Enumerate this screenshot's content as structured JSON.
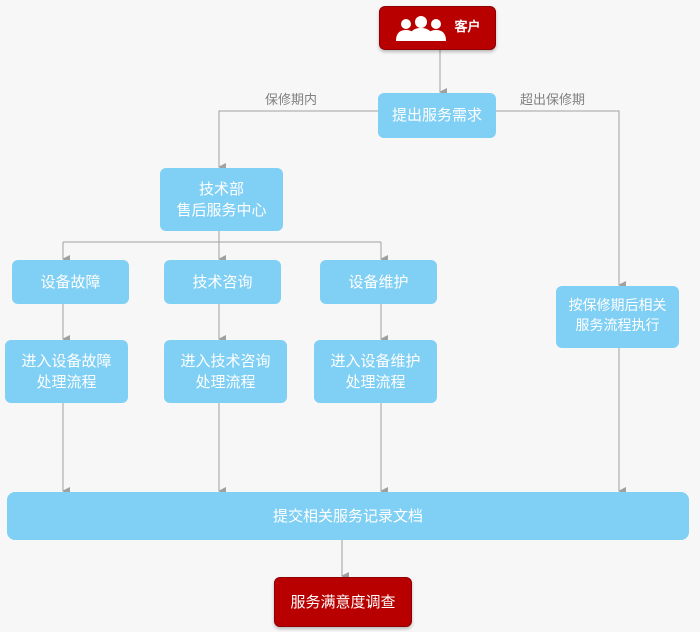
{
  "nodes": {
    "customer": {
      "label": "客户",
      "icon": "users-icon"
    },
    "submit_request": {
      "label": "提出服务需求"
    },
    "tech_dept": {
      "line1": "技术部",
      "line2": "售后服务中心"
    },
    "fault": {
      "label": "设备故障"
    },
    "consult": {
      "label": "技术咨询"
    },
    "maintain": {
      "label": "设备维护"
    },
    "fault_process": {
      "line1": "进入设备故障",
      "line2": "处理流程"
    },
    "consult_process": {
      "line1": "进入技术咨询",
      "line2": "处理流程"
    },
    "maintain_process": {
      "line1": "进入设备维护",
      "line2": "处理流程"
    },
    "out_of_warranty": {
      "line1": "按保修期后相关",
      "line2": "服务流程执行"
    },
    "submit_docs": {
      "label": "提交相关服务记录文档"
    },
    "survey": {
      "label": "服务满意度调查"
    }
  },
  "edge_labels": {
    "in_warranty": "保修期内",
    "out_warranty": "超出保修期"
  },
  "colors": {
    "node_blue": "#80cff4",
    "node_red": "#b80000",
    "connector": "#a0a0a0",
    "edge_label": "#808080",
    "background": "#f7f7f7"
  }
}
